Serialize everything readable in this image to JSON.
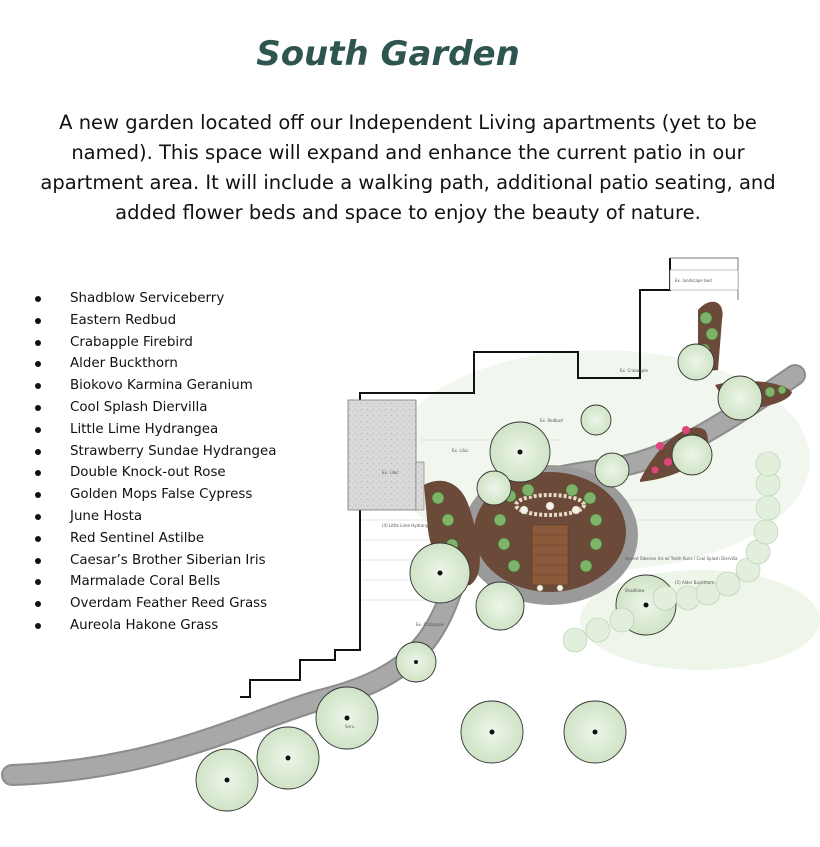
{
  "title": "South Garden",
  "description": "A new garden located off our Independent Living apartments (yet to be named). This space will expand and enhance the current patio in our apartment area. It will include a walking path, additional patio seating, and added  flower beds and space to enjoy the beauty of nature.",
  "plants": [
    "Shadblow Serviceberry",
    "Eastern Redbud",
    "Crabapple Firebird",
    "Alder Buckthorn",
    "Biokovo Karmina Geranium",
    "Cool Splash Diervilla",
    "Little Lime Hydrangea",
    "Strawberry Sundae Hydrangea",
    "Double Knock-out Rose",
    "Golden Mops False Cypress",
    "June Hosta",
    "Red Sentinel Astilbe",
    "Caesar’s Brother Siberian Iris",
    "Marmalade Coral Bells",
    "Overdam Feather Reed Grass",
    "Aureola Hakone Grass"
  ],
  "plan_labels": {
    "ex_landscape_bed": "Ex. landscape bed",
    "ex_crabapple": "Ex. Crabapple",
    "ex_lilac": "Ex. Lilac",
    "lime_hydrangea": "(4) Little Lime Hydrangea",
    "ex_redbud": "Ex. Redbud",
    "ex_shadblow": "Ex. Shadblow",
    "lilac_block": "Ex. Lilac",
    "serv": "Serv.",
    "bulbs": "Accent Siberian Iris w/ Teeth Runs / Cool Splash Diervilla",
    "alder": "(5) Alder Buckthorn",
    "shadblow_small": "Shadblow"
  },
  "colors": {
    "title": "#2f5551",
    "mulch": "#6b4a3a",
    "path": "#9a9a9a",
    "canopy": "#d7e8cf"
  }
}
